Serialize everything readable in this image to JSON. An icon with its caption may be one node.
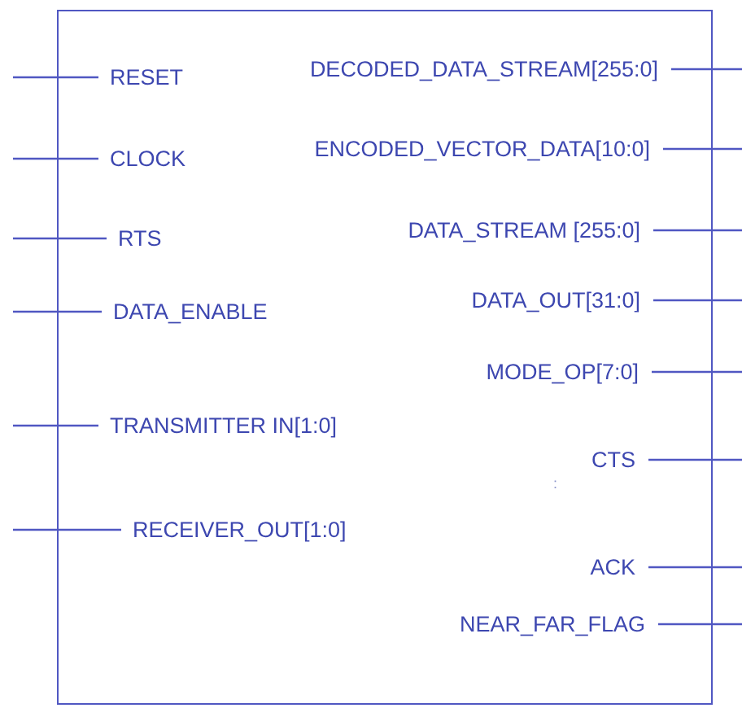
{
  "diagram": {
    "nodes": [
      {
        "text": [],
        "shape": "box"
      },
      {
        "text": [
          "RESET"
        ],
        "in": 0
      },
      {
        "text": [
          "CLOCK"
        ],
        "in": 0
      },
      {
        "text": [
          "RTS"
        ],
        "in": 0
      },
      {
        "text": [
          "DATA_ENABLE"
        ],
        "in": 0
      },
      {
        "text": [
          "TRANSMITTER IN[1:0]"
        ],
        "in": 0
      },
      {
        "text": [
          "RECEIVER_OUT[1:0]"
        ],
        "in": 0
      },
      {
        "text": [
          "DECODED_DATA_STREAM[255:0]"
        ],
        "in": 0
      },
      {
        "text": [
          "ENCODED_VECTOR_DATA[10:0]"
        ],
        "in": 0
      },
      {
        "text": [
          "DATA_STREAM [255:0]"
        ],
        "in": 0
      },
      {
        "text": [
          "DATA_OUT[31:0]"
        ],
        "in": 0
      },
      {
        "text": [
          "MODE_OP[7:0]"
        ],
        "in": 0
      },
      {
        "text": [
          "CTS"
        ],
        "in": 0
      },
      {
        "text": [
          "ACK"
        ],
        "in": 0
      },
      {
        "text": [
          "NEAR_FAR_FLAG"
        ],
        "in": 0
      }
    ],
    "edges": [
      {
        "from": null,
        "to": 1,
        "arrow": "none"
      },
      {
        "from": null,
        "to": 2,
        "arrow": "none"
      },
      {
        "from": null,
        "to": 3,
        "arrow": "none"
      },
      {
        "from": null,
        "to": 4,
        "arrow": "none"
      },
      {
        "from": null,
        "to": 5,
        "arrow": "none"
      },
      {
        "from": null,
        "to": 6,
        "arrow": "none"
      },
      {
        "from": 7,
        "to": null,
        "arrow": "none"
      },
      {
        "from": 8,
        "to": null,
        "arrow": "none"
      },
      {
        "from": 9,
        "to": null,
        "arrow": "none"
      },
      {
        "from": 10,
        "to": null,
        "arrow": "none"
      },
      {
        "from": 11,
        "to": null,
        "arrow": "none"
      },
      {
        "from": 12,
        "to": null,
        "arrow": "none"
      },
      {
        "from": 13,
        "to": null,
        "arrow": "none"
      },
      {
        "from": 14,
        "to": null,
        "arrow": "none"
      }
    ],
    "labels": [
      ":"
    ]
  }
}
